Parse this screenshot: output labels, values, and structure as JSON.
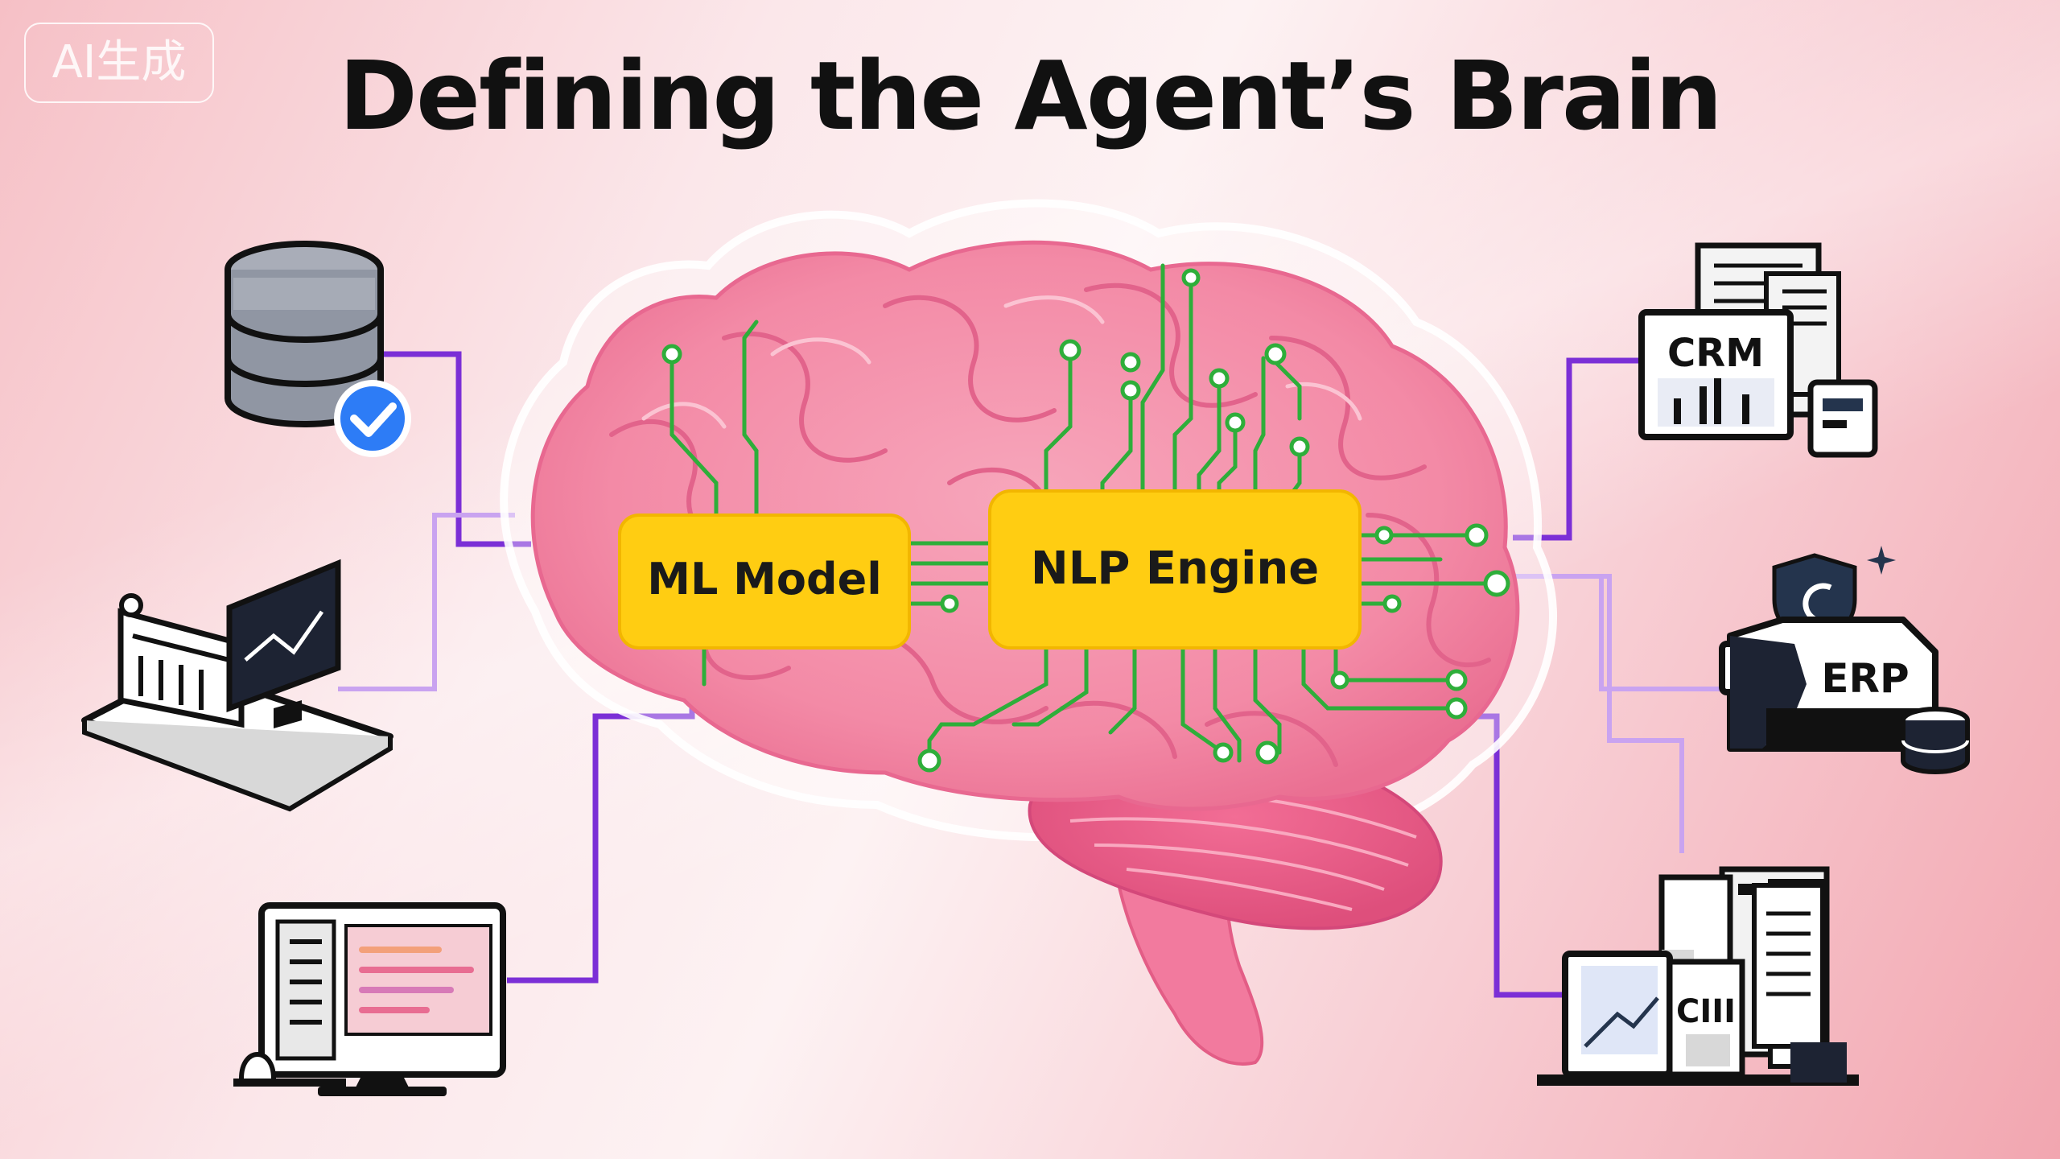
{
  "watermark": "AI生成",
  "title": "Defining the Agent’s Brain",
  "modules": {
    "ml": "ML Model",
    "nlp": "NLP Engine"
  },
  "systems": {
    "crm": "CRM",
    "erp": "ERP",
    "doc": "CIII"
  },
  "icons": {
    "left": [
      "database-icon",
      "analytics-workstation-icon",
      "desktop-computer-icon"
    ],
    "right": [
      "crm-dashboard-icon",
      "erp-system-icon",
      "document-report-icon"
    ]
  },
  "colors": {
    "connector": "#7b2fd6",
    "connector_light": "#c9a3f0",
    "circuit": "#2eae3a",
    "chip": "#ffcd12",
    "brain": "#f48aa4",
    "check": "#2d7cf6"
  }
}
